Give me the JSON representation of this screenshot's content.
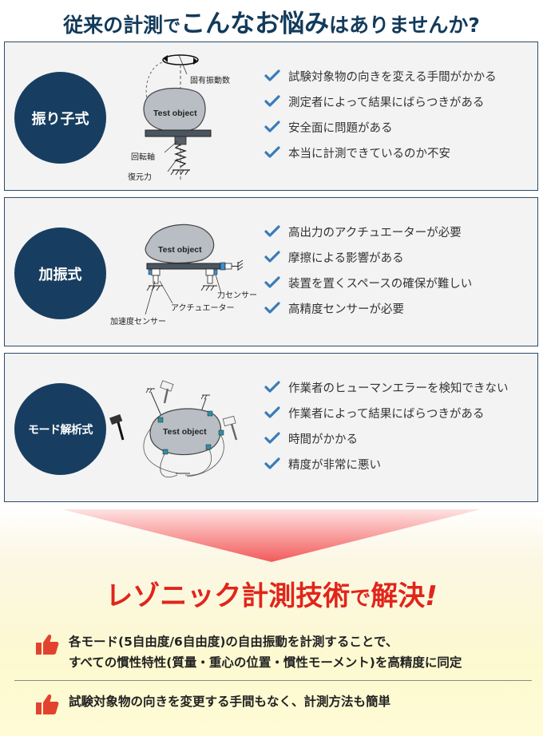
{
  "headline": {
    "parts": [
      "従来の計測",
      "で",
      "こんなお悩み",
      "はありませんか?"
    ]
  },
  "methods": [
    {
      "name": "振り子式",
      "illustration": {
        "object_label": "Test object",
        "labels": [
          "固有振動数",
          "回転軸",
          "復元力"
        ]
      },
      "issues": [
        "試験対象物の向きを変える手間がかかる",
        "測定者によって結果にばらつきがある",
        "安全面に問題がある",
        "本当に計測できているのか不安"
      ]
    },
    {
      "name": "加振式",
      "illustration": {
        "object_label": "Test object",
        "labels": [
          "力センサー",
          "アクチュエーター",
          "加速度センサー"
        ]
      },
      "issues": [
        "高出力のアクチュエーターが必要",
        "摩擦による影響がある",
        "装置を置くスペースの確保が難しい",
        "高精度センサーが必要"
      ]
    },
    {
      "name": "モード解析式",
      "illustration": {
        "object_label": "Test object",
        "labels": []
      },
      "issues": [
        "作業者のヒューマンエラーを検知できない",
        "作業者によって結果にばらつきがある",
        "時間がかかる",
        "精度が非常に悪い"
      ]
    }
  ],
  "solution": {
    "parts": [
      "レゾニック計測技術",
      "で",
      "解決",
      "!"
    ],
    "benefits": [
      {
        "line1": "各モード(5自由度/6自由度)の自由振動を計測することで、",
        "line2": "すべての慣性特性(質量・重心の位置・慣性モーメント)を高精度に同定"
      },
      {
        "line1": "試験対象物の向きを変更する手間もなく、計測方法も簡単"
      }
    ]
  },
  "colors": {
    "navy": "#173e60",
    "heading": "#123a5a",
    "check": "#3a7bb8",
    "accent_red": "#e1251b",
    "thumb": "#e2432f"
  },
  "icons": {
    "check": "check-icon",
    "thumb": "thumbs-up-icon"
  }
}
